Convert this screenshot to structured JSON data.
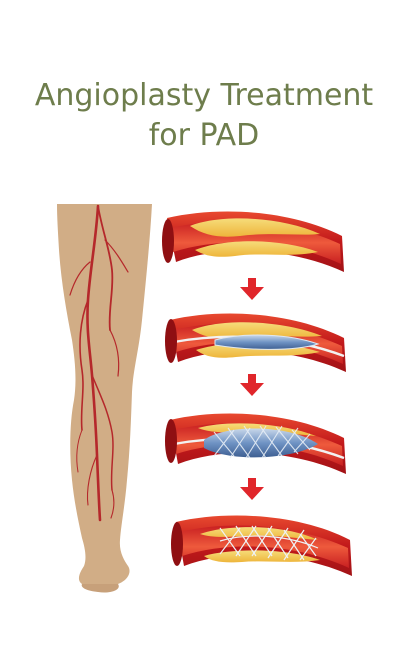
{
  "title": {
    "line1": "Angioplasty Treatment",
    "line2": "for PAD"
  },
  "colors": {
    "title": "#6e7d4c",
    "skin": "#d1ad86",
    "artery": "#b5282b",
    "vessel_wall": "#c0191b",
    "lumen": "#d8362c",
    "plaque": "#f2c24b",
    "balloon": "#7fa0c9",
    "stent": "#e7eef6",
    "arrow": "#e0262b"
  },
  "icons": [
    "leg-illustration",
    "down-arrow-icon",
    "guidewire",
    "balloon",
    "stent"
  ]
}
